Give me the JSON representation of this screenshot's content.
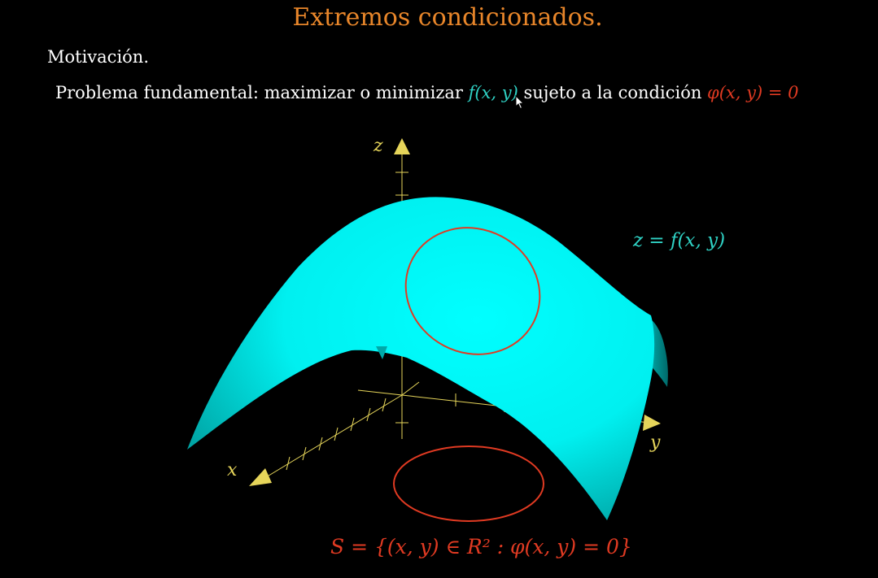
{
  "slide": {
    "title": "Extremos condicionados.",
    "subtitle": "Motivación.",
    "problem": {
      "prefix": "Problema fundamental: maximizar o minimizar ",
      "function": "f(x, y)",
      "middle": " sujeto a la condición ",
      "condition": "φ(x, y) = 0"
    }
  },
  "figure": {
    "axis_labels": {
      "x": "x",
      "y": "y",
      "z": "z"
    },
    "surface_label": "z = f(x, y)",
    "set_label": "S = {(x, y) ∈ R² : φ(x, y) = 0}"
  },
  "colors": {
    "title": "#e8862a",
    "surface": "#00ffff",
    "curve": "#e03a22",
    "axes": "#e6d55a"
  },
  "icons": {
    "cursor": "mouse-pointer-icon"
  }
}
